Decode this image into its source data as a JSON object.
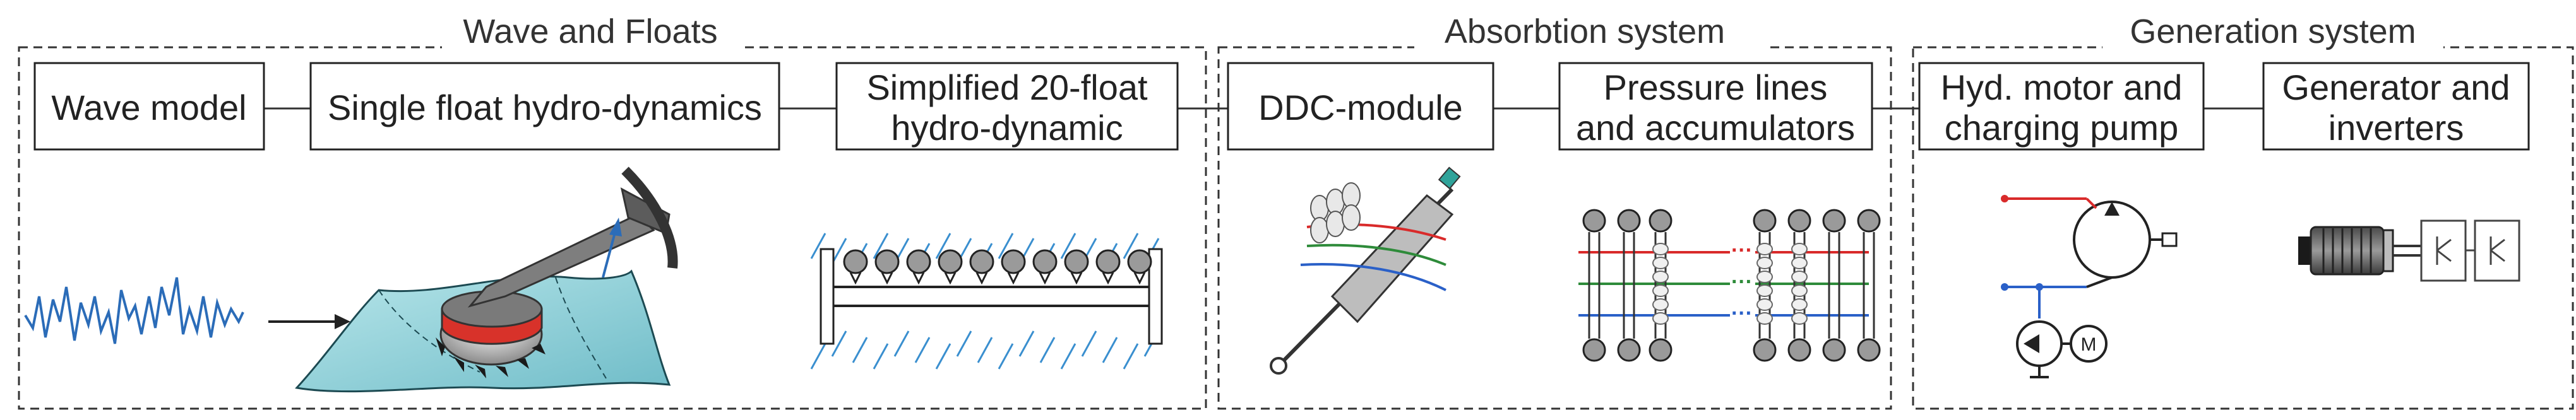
{
  "sections": {
    "wave_floats": {
      "title": "Wave and Floats"
    },
    "absorption": {
      "title": "Absorbtion system"
    },
    "generation": {
      "title": "Generation system"
    }
  },
  "blocks": {
    "wave_model": {
      "label": "Wave model"
    },
    "single_float": {
      "label": "Single float hydro-dynamics"
    },
    "simplified_20": {
      "line1": "Simplified 20-float",
      "line2": "hydro-dynamic"
    },
    "ddc_module": {
      "label": "DDC-module"
    },
    "pressure_lines": {
      "line1": "Pressure lines",
      "line2": "and accumulators"
    },
    "hyd_motor": {
      "line1": "Hyd. motor and",
      "line2": "charging pump"
    },
    "generator": {
      "line1": "Generator and",
      "line2": "inverters"
    }
  },
  "illustrations": {
    "motor_symbol_label": "M"
  },
  "colors": {
    "wave_signal": "#2b6cb8",
    "water": "#8fd0d8",
    "float_red": "#d8322a",
    "line_red": "#d92a2a",
    "line_green": "#2e8b3a",
    "line_blue": "#2a60c8",
    "dashed_border": "#333333"
  }
}
